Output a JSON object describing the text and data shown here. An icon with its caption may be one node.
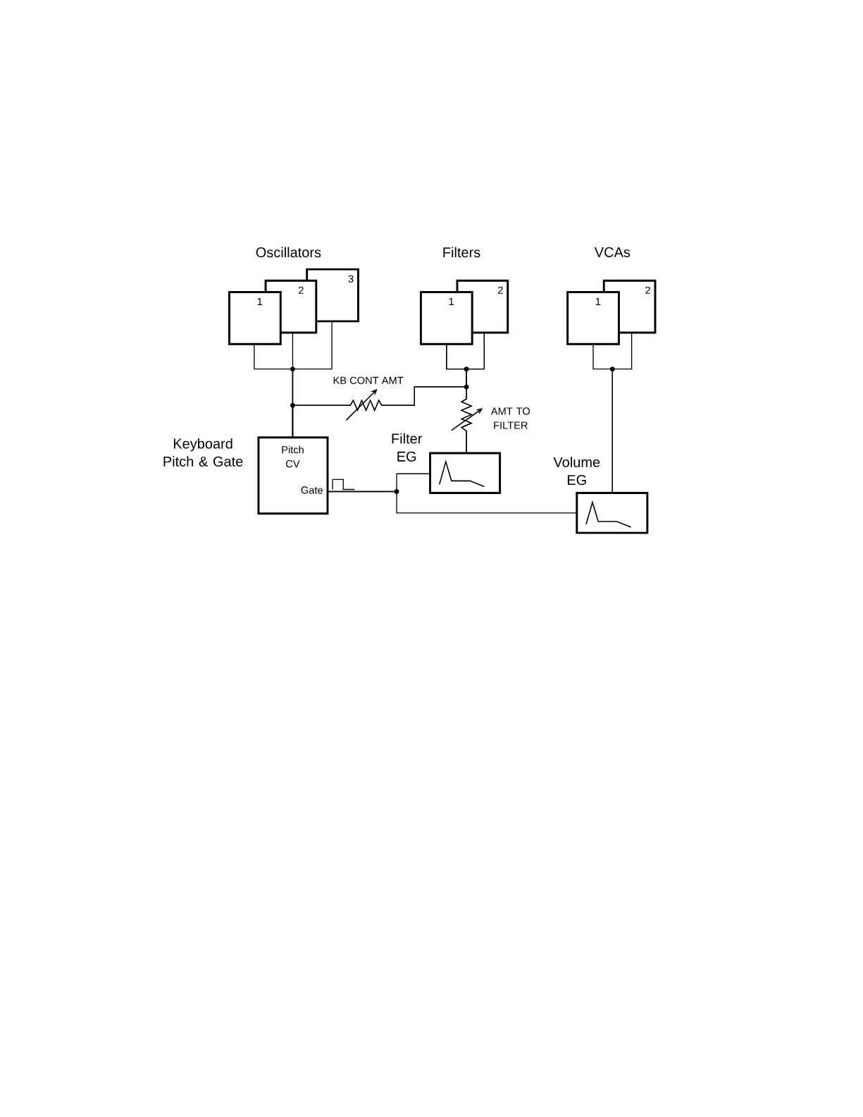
{
  "diagram": {
    "nodes": [
      {
        "text": [
          "1"
        ]
      },
      {
        "text": [
          "2"
        ]
      },
      {
        "text": [
          "3"
        ]
      },
      {
        "text": [
          "1"
        ]
      },
      {
        "text": [
          "2"
        ]
      },
      {
        "text": [
          "1"
        ]
      },
      {
        "text": [
          "2"
        ]
      },
      {
        "text": [
          "Keyboard Pitch & Gate",
          "Pitch CV",
          "Gate"
        ]
      },
      {
        "text": [
          "Filter EG"
        ]
      },
      {
        "text": [
          "Volume EG"
        ]
      }
    ],
    "edges": [
      {
        "from": 7,
        "to": 0,
        "arrow": "none"
      },
      {
        "from": 7,
        "to": 1,
        "arrow": "none"
      },
      {
        "from": 7,
        "to": 2,
        "arrow": "none"
      },
      {
        "from": 7,
        "to": 3,
        "arrow": "none"
      },
      {
        "from": 7,
        "to": 4,
        "arrow": "none"
      },
      {
        "from": 8,
        "to": 3,
        "arrow": "none"
      },
      {
        "from": 8,
        "to": 4,
        "arrow": "none"
      },
      {
        "from": 7,
        "to": 8,
        "arrow": "none"
      },
      {
        "from": 7,
        "to": 9,
        "arrow": "none"
      },
      {
        "from": 9,
        "to": 5,
        "arrow": "none"
      },
      {
        "from": 9,
        "to": 6,
        "arrow": "none"
      }
    ],
    "labels": [
      "Oscillators",
      "Filters",
      "VCAs",
      "KB CONT AMT",
      "AMT TO FILTER"
    ]
  }
}
